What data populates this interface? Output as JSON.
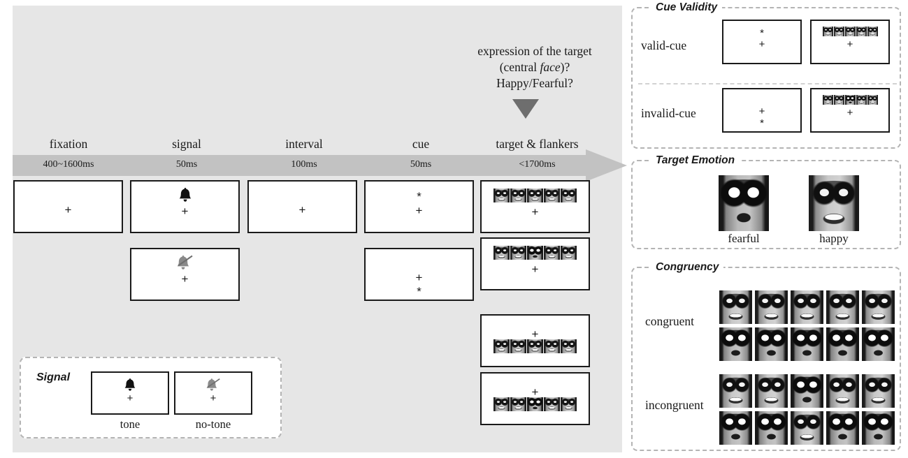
{
  "question": {
    "line1": "expression of the target",
    "line2_pre": "(central ",
    "line2_ital": "face",
    "line2_post": ")?",
    "line3": "Happy/Fearful?"
  },
  "timeline": {
    "stages": [
      {
        "name": "fixation",
        "duration": "400~1600ms"
      },
      {
        "name": "signal",
        "duration": "50ms"
      },
      {
        "name": "interval",
        "duration": "100ms"
      },
      {
        "name": "cue",
        "duration": "50ms"
      },
      {
        "name": "target & flankers",
        "duration": "<1700ms"
      }
    ]
  },
  "symbols": {
    "fixation": "+",
    "cue_asterisk": "*"
  },
  "icons": {
    "bell": "bell-icon",
    "bell_muted": "bell-muted-icon",
    "arrow_down": "triangle-down-icon",
    "timeline_arrow": "arrow-right-icon"
  },
  "signal_legend": {
    "title": "Signal",
    "options": [
      {
        "label": "tone",
        "icon": "bell-icon"
      },
      {
        "label": "no-tone",
        "icon": "bell-muted-icon"
      }
    ]
  },
  "panels": {
    "cue_validity": {
      "title": "Cue Validity",
      "rows": [
        {
          "label": "valid-cue",
          "cue_position": "above",
          "target_position": "above"
        },
        {
          "label": "invalid-cue",
          "cue_position": "below",
          "target_position": "above"
        }
      ]
    },
    "target_emotion": {
      "title": "Target Emotion",
      "items": [
        {
          "label": "fearful"
        },
        {
          "label": "happy"
        }
      ]
    },
    "congruency": {
      "title": "Congruency",
      "rows": [
        {
          "label": "congruent"
        },
        {
          "label": "incongruent"
        }
      ]
    }
  },
  "colors": {
    "panel_background": "#e6e6e6",
    "timeline_bar": "#c2c2c2",
    "arrow_down": "#6e6e6e",
    "frame_border": "#1a1a1a",
    "dashed_border": "#b4b4b4"
  }
}
